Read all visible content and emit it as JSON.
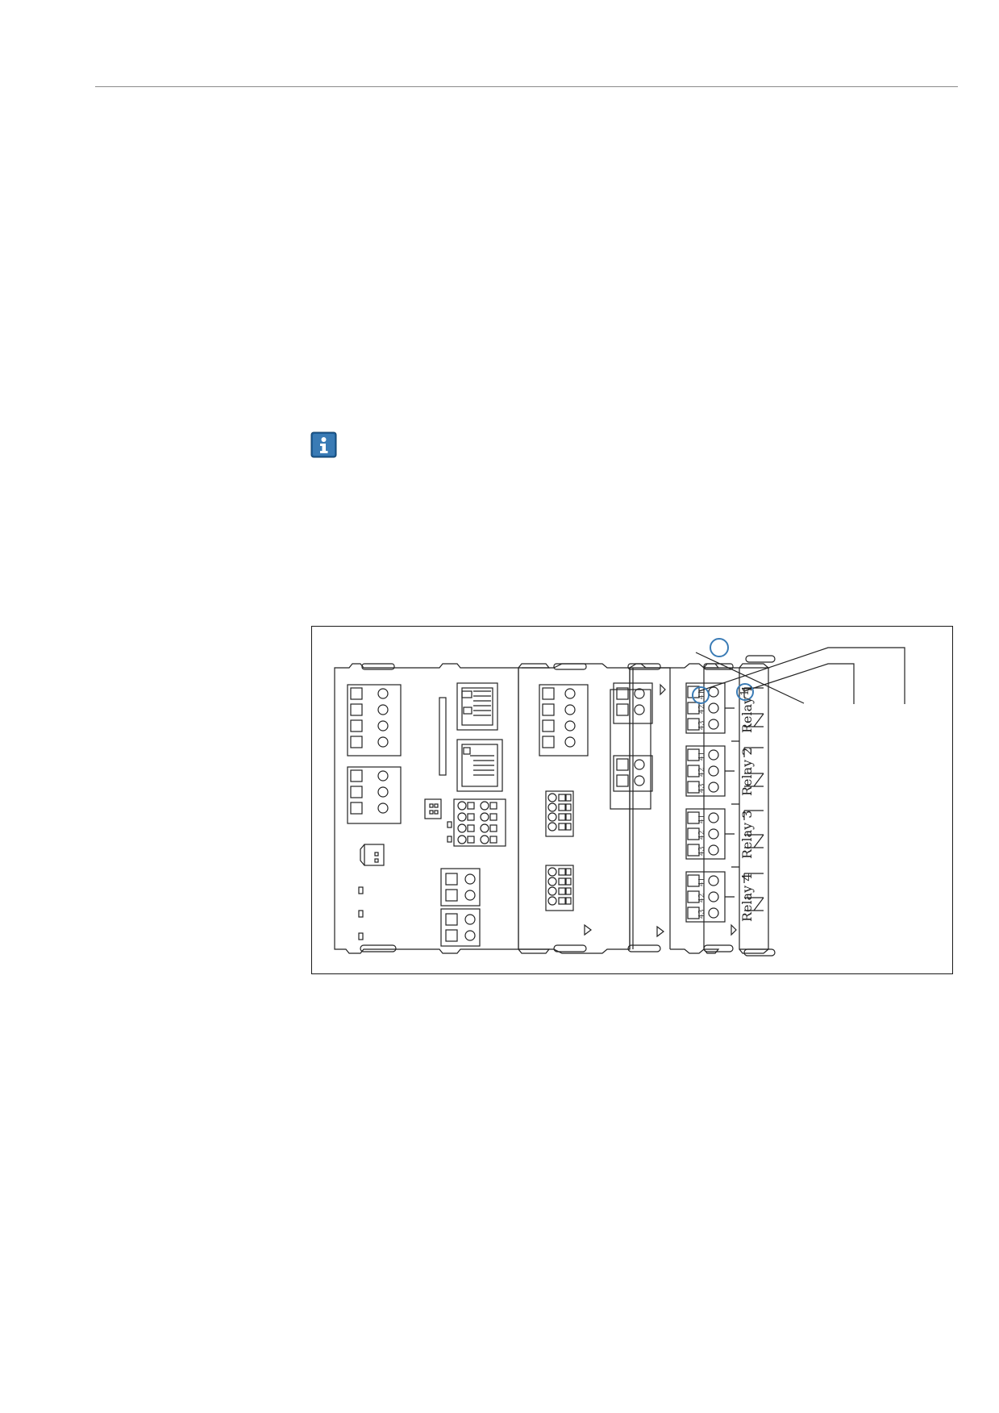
{
  "page": {
    "info_icon": "info-icon",
    "accent_color": "#3a7bb5"
  },
  "diagram": {
    "relays": [
      {
        "label": "Relay 1",
        "pins": [
          "41",
          "42",
          "43"
        ]
      },
      {
        "label": "Relay 2",
        "pins": [
          "41",
          "42",
          "43"
        ]
      },
      {
        "label": "Relay 3",
        "pins": [
          "41",
          "42",
          "43"
        ]
      },
      {
        "label": "Relay 4",
        "pins": [
          "41",
          "42",
          "43"
        ]
      }
    ],
    "callouts": [
      {
        "label": "1"
      }
    ]
  }
}
